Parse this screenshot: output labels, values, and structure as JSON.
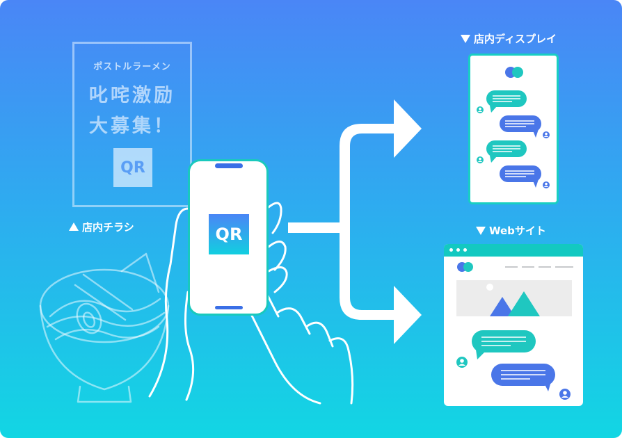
{
  "flyer": {
    "shop_name": "ポストルラーメン",
    "headline_line1": "叱咤激励",
    "headline_line2": "大募集！",
    "qr_text": "QR",
    "caption": "店内チラシ"
  },
  "phone": {
    "qr_text": "QR"
  },
  "targets": {
    "display_caption": "店内ディスプレイ",
    "web_caption": "Webサイト"
  },
  "colors": {
    "background_top": "#4a86f6",
    "background_bottom": "#12d6e3",
    "teal": "#1fc7c0",
    "blue": "#4a76e8"
  },
  "icons": [
    "ramen-bowl-icon",
    "hand-icon",
    "arrow-right-icon",
    "chat-bubble-icon",
    "user-avatar-icon",
    "mountain-image-icon"
  ]
}
